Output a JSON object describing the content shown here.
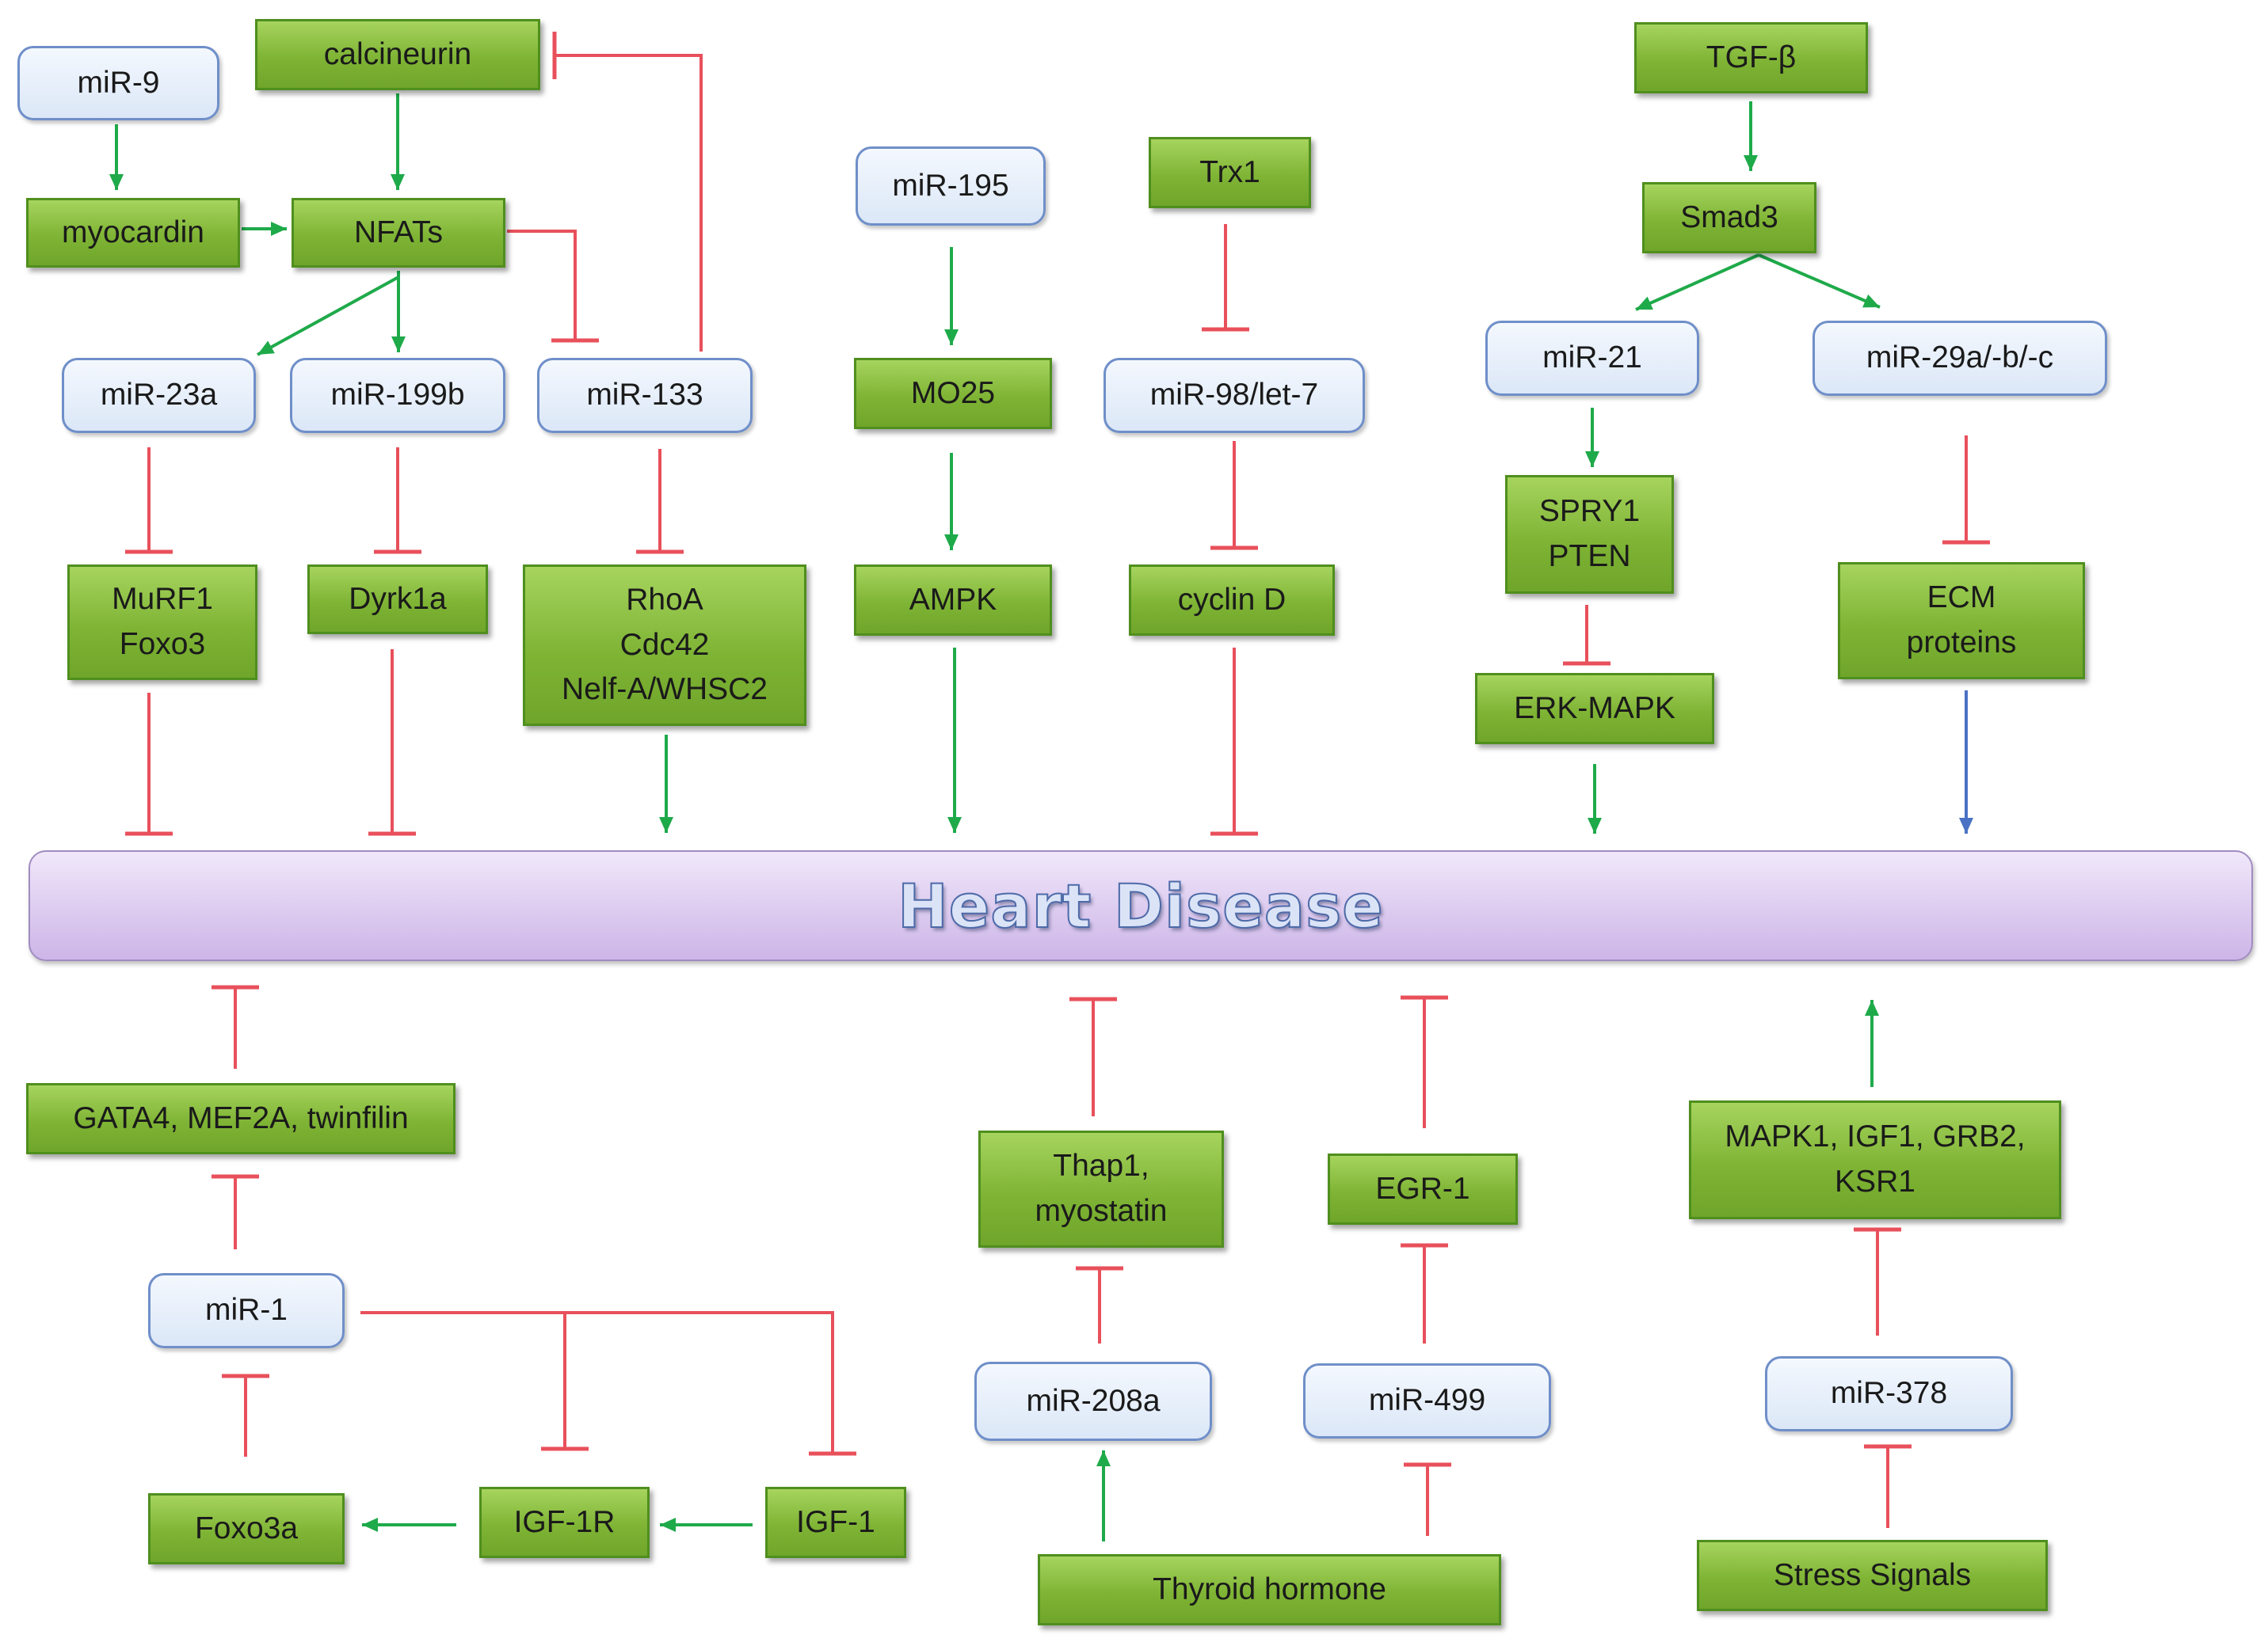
{
  "colors": {
    "activate": "#1faa4a",
    "inhibit": "#e8505b",
    "neutral": "#4a72c4"
  },
  "center": {
    "label": "Heart Disease"
  },
  "nodes": {
    "mir9": {
      "kind": "mirna",
      "lines": [
        "miR-9"
      ]
    },
    "calcineurin": {
      "kind": "gene",
      "lines": [
        "calcineurin"
      ]
    },
    "myocardin": {
      "kind": "gene",
      "lines": [
        "myocardin"
      ]
    },
    "nfats": {
      "kind": "gene",
      "lines": [
        "NFATs"
      ]
    },
    "mir23a": {
      "kind": "mirna",
      "lines": [
        "miR-23a"
      ]
    },
    "mir199b": {
      "kind": "mirna",
      "lines": [
        "miR-199b"
      ]
    },
    "mir133": {
      "kind": "mirna",
      "lines": [
        "miR-133"
      ]
    },
    "murf1": {
      "kind": "gene",
      "lines": [
        "MuRF1",
        "Foxo3"
      ]
    },
    "dyrk1a": {
      "kind": "gene",
      "lines": [
        "Dyrk1a"
      ]
    },
    "rhoa": {
      "kind": "gene",
      "lines": [
        "RhoA",
        "Cdc42",
        "Nelf-A/WHSC2"
      ]
    },
    "mir195": {
      "kind": "mirna",
      "lines": [
        "miR-195"
      ]
    },
    "mo25": {
      "kind": "gene",
      "lines": [
        "MO25"
      ]
    },
    "ampk": {
      "kind": "gene",
      "lines": [
        "AMPK"
      ]
    },
    "trx1": {
      "kind": "gene",
      "lines": [
        "Trx1"
      ]
    },
    "mir98": {
      "kind": "mirna",
      "lines": [
        "miR-98/let-7"
      ]
    },
    "cyclind": {
      "kind": "gene",
      "lines": [
        "cyclin D"
      ]
    },
    "tgfb": {
      "kind": "gene",
      "lines": [
        "TGF-β"
      ]
    },
    "smad3": {
      "kind": "gene",
      "lines": [
        "Smad3"
      ]
    },
    "mir21": {
      "kind": "mirna",
      "lines": [
        "miR-21"
      ]
    },
    "mir29": {
      "kind": "mirna",
      "lines": [
        "miR-29a/-b/-c"
      ]
    },
    "spry1": {
      "kind": "gene",
      "lines": [
        "SPRY1",
        "PTEN"
      ]
    },
    "erk": {
      "kind": "gene",
      "lines": [
        "ERK-MAPK"
      ]
    },
    "ecm": {
      "kind": "gene",
      "lines": [
        "ECM",
        "proteins"
      ]
    },
    "gata4": {
      "kind": "gene",
      "lines": [
        "GATA4, MEF2A, twinfilin"
      ]
    },
    "mir1": {
      "kind": "mirna",
      "lines": [
        "miR-1"
      ]
    },
    "foxo3a": {
      "kind": "gene",
      "lines": [
        "Foxo3a"
      ]
    },
    "igf1r": {
      "kind": "gene",
      "lines": [
        "IGF-1R"
      ]
    },
    "igf1": {
      "kind": "gene",
      "lines": [
        "IGF-1"
      ]
    },
    "thap1": {
      "kind": "gene",
      "lines": [
        "Thap1,",
        "myostatin"
      ]
    },
    "mir208a": {
      "kind": "mirna",
      "lines": [
        "miR-208a"
      ]
    },
    "thyroid": {
      "kind": "gene",
      "lines": [
        "Thyroid hormone"
      ]
    },
    "egr1": {
      "kind": "gene",
      "lines": [
        "EGR-1"
      ]
    },
    "mir499": {
      "kind": "mirna",
      "lines": [
        "miR-499"
      ]
    },
    "mapk1": {
      "kind": "gene",
      "lines": [
        "MAPK1, IGF1, GRB2,",
        "KSR1"
      ]
    },
    "mir378": {
      "kind": "mirna",
      "lines": [
        "miR-378"
      ]
    },
    "stress": {
      "kind": "gene",
      "lines": [
        "Stress Signals"
      ]
    }
  },
  "edges": [
    {
      "from": "mir9",
      "to": "myocardin",
      "type": "activate"
    },
    {
      "from": "calcineurin",
      "to": "nfats",
      "type": "activate"
    },
    {
      "from": "myocardin",
      "to": "nfats",
      "type": "activate"
    },
    {
      "from": "nfats",
      "to": "mir23a",
      "type": "activate"
    },
    {
      "from": "nfats",
      "to": "mir199b",
      "type": "activate"
    },
    {
      "from": "nfats",
      "to": "mir133",
      "type": "inhibit"
    },
    {
      "from": "mir133",
      "to": "calcineurin",
      "type": "inhibit"
    },
    {
      "from": "mir23a",
      "to": "murf1",
      "type": "inhibit"
    },
    {
      "from": "mir199b",
      "to": "dyrk1a",
      "type": "inhibit"
    },
    {
      "from": "mir133",
      "to": "rhoa",
      "type": "inhibit"
    },
    {
      "from": "murf1",
      "to": "heart-disease",
      "type": "inhibit"
    },
    {
      "from": "dyrk1a",
      "to": "heart-disease",
      "type": "inhibit"
    },
    {
      "from": "rhoa",
      "to": "heart-disease",
      "type": "activate"
    },
    {
      "from": "mir195",
      "to": "mo25",
      "type": "activate"
    },
    {
      "from": "mo25",
      "to": "ampk",
      "type": "activate"
    },
    {
      "from": "ampk",
      "to": "heart-disease",
      "type": "activate"
    },
    {
      "from": "trx1",
      "to": "mir98",
      "type": "inhibit"
    },
    {
      "from": "mir98",
      "to": "cyclind",
      "type": "inhibit"
    },
    {
      "from": "cyclind",
      "to": "heart-disease",
      "type": "inhibit"
    },
    {
      "from": "tgfb",
      "to": "smad3",
      "type": "activate"
    },
    {
      "from": "smad3",
      "to": "mir21",
      "type": "activate"
    },
    {
      "from": "smad3",
      "to": "mir29",
      "type": "activate"
    },
    {
      "from": "mir21",
      "to": "spry1",
      "type": "activate"
    },
    {
      "from": "spry1",
      "to": "erk",
      "type": "inhibit"
    },
    {
      "from": "erk",
      "to": "heart-disease",
      "type": "activate"
    },
    {
      "from": "mir29",
      "to": "ecm",
      "type": "inhibit"
    },
    {
      "from": "ecm",
      "to": "heart-disease",
      "type": "neutral"
    },
    {
      "from": "gata4",
      "to": "heart-disease",
      "type": "inhibit"
    },
    {
      "from": "mir1",
      "to": "gata4",
      "type": "inhibit"
    },
    {
      "from": "foxo3a",
      "to": "mir1",
      "type": "inhibit"
    },
    {
      "from": "mir1",
      "to": "igf1r",
      "type": "inhibit"
    },
    {
      "from": "mir1",
      "to": "igf1",
      "type": "inhibit"
    },
    {
      "from": "igf1",
      "to": "igf1r",
      "type": "activate"
    },
    {
      "from": "igf1r",
      "to": "foxo3a",
      "type": "activate"
    },
    {
      "from": "thap1",
      "to": "heart-disease",
      "type": "inhibit"
    },
    {
      "from": "mir208a",
      "to": "thap1",
      "type": "inhibit"
    },
    {
      "from": "thyroid",
      "to": "mir208a",
      "type": "activate"
    },
    {
      "from": "egr1",
      "to": "heart-disease",
      "type": "inhibit"
    },
    {
      "from": "mir499",
      "to": "egr1",
      "type": "inhibit"
    },
    {
      "from": "thyroid",
      "to": "mir499",
      "type": "inhibit"
    },
    {
      "from": "mapk1",
      "to": "heart-disease",
      "type": "activate"
    },
    {
      "from": "mir378",
      "to": "mapk1",
      "type": "inhibit"
    },
    {
      "from": "stress",
      "to": "mir378",
      "type": "inhibit"
    }
  ]
}
